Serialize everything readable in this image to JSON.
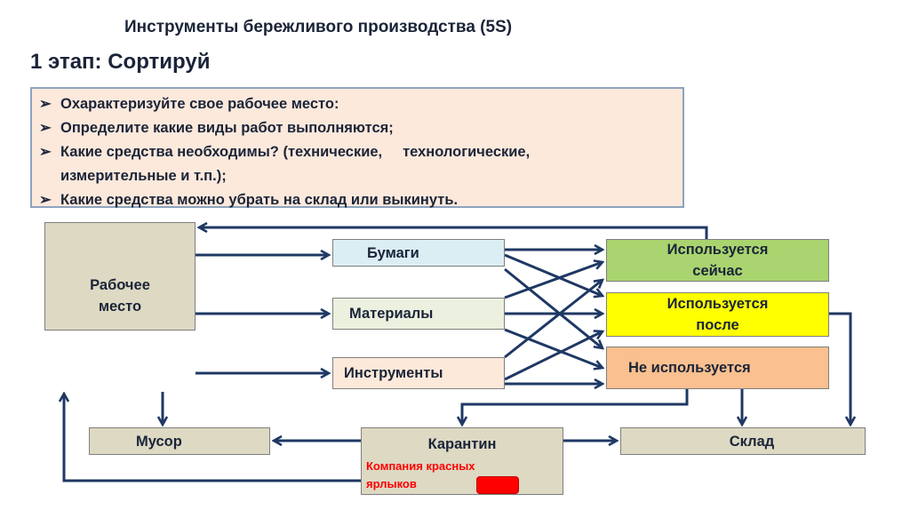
{
  "header": {
    "title": "Инструменты бережливого производства (5S)",
    "stage": "1 этап: Сортируй"
  },
  "tasks": {
    "bullet_glyph": "➢",
    "items": [
      "Охарактеризуйте свое рабочее место:",
      "Определите какие виды работ выполняются;",
      "Какие средства необходимы? (технические,     технологические,",
      "Какие средства можно убрать на склад или выкинуть."
    ],
    "continuation": "измерительные и т.п.);"
  },
  "diagram": {
    "workplace": {
      "line1": "Рабочее",
      "line2": "место"
    },
    "categories": [
      {
        "label": "Бумаги",
        "color": "#dbeef4"
      },
      {
        "label": "Материалы",
        "color": "#ebf1de"
      },
      {
        "label": "Инструменты",
        "color": "#fde9d9"
      }
    ],
    "statuses": [
      {
        "line1": "Используется",
        "line2": "сейчас",
        "color": "#a9d46f"
      },
      {
        "line1": "Используется",
        "line2": "после",
        "color": "#ffff00"
      },
      {
        "line1": "Не используется",
        "line2": "",
        "color": "#fac08f"
      }
    ],
    "destinations": {
      "trash": "Мусор",
      "quarantine": "Карантин",
      "quarantine_note_line1": "Компания красных",
      "quarantine_note_line2": "ярлыков",
      "warehouse": "Склад"
    },
    "colors": {
      "arrow": "#1f3864",
      "neutral_box": "#ddd9c3",
      "red_tag": "#ff0000",
      "note_text": "#ff0000"
    }
  }
}
